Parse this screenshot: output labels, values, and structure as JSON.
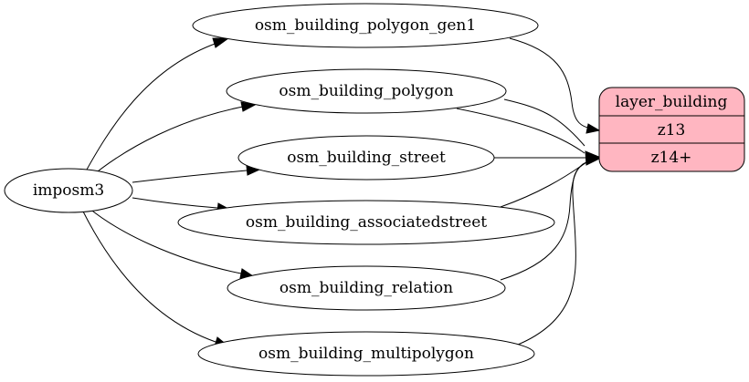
{
  "diagram": {
    "source_node": "imposm3",
    "tables": [
      "osm_building_polygon_gen1",
      "osm_building_polygon",
      "osm_building_street",
      "osm_building_associatedstreet",
      "osm_building_relation",
      "osm_building_multipolygon"
    ],
    "layer": {
      "title": "layer_building",
      "zooms": [
        "z13",
        "z14+"
      ],
      "fill_color": "#ffb6c1"
    }
  }
}
